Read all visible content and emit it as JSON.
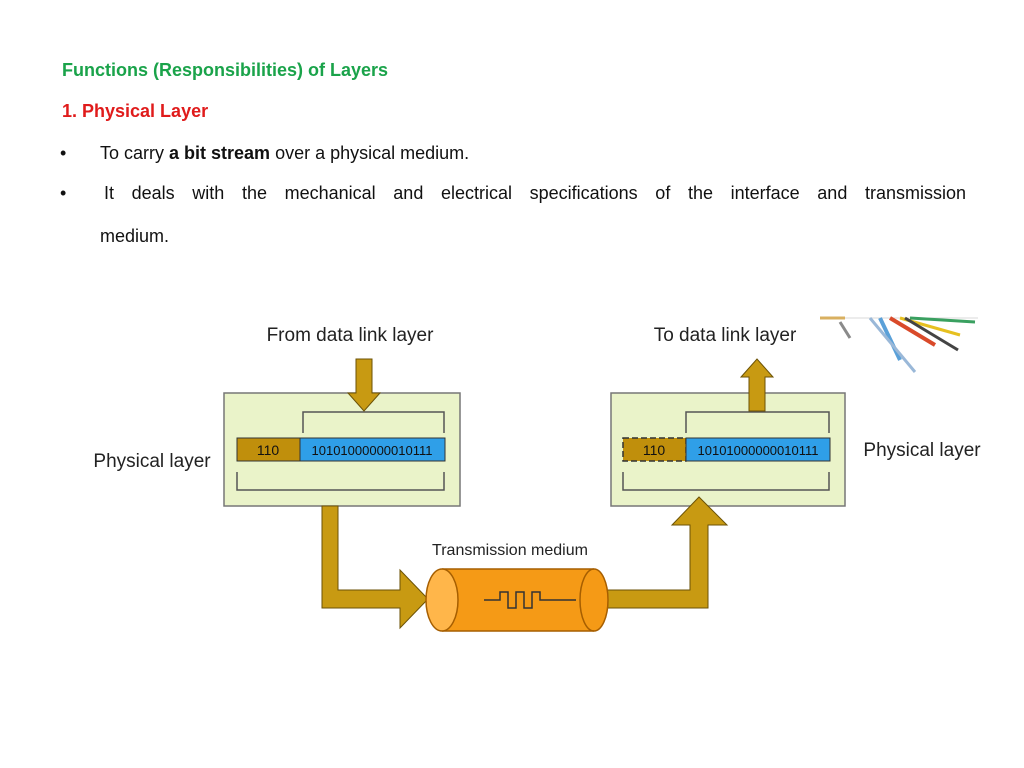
{
  "heading": "Functions (Responsibilities) of Layers",
  "subheading": "1. Physical Layer",
  "bullets": [
    {
      "prefix": "To carry ",
      "bold": "a bit stream",
      "suffix": " over a physical medium."
    },
    {
      "text": "It deals with the mechanical and electrical specifications of the interface and transmission",
      "continuation": "medium."
    }
  ],
  "bullet_symbol": "•",
  "diagram": {
    "sender": {
      "from_label": "From data link layer",
      "layer_label": "Physical layer",
      "header_bits": "110",
      "data_bits": "10101000000010111"
    },
    "receiver": {
      "to_label": "To data link layer",
      "layer_label": "Physical layer",
      "header_bits": "110",
      "data_bits": "10101000000010111"
    },
    "medium_label": "Transmission medium"
  },
  "colors": {
    "heading": "#1aa34a",
    "subheading": "#e01b1b",
    "box_fill": "#eaf3c9",
    "arrow_fill": "#c89a12",
    "header_fill": "#c08f0c",
    "data_fill": "#2f9fe8",
    "cylinder": "#f59a16"
  }
}
